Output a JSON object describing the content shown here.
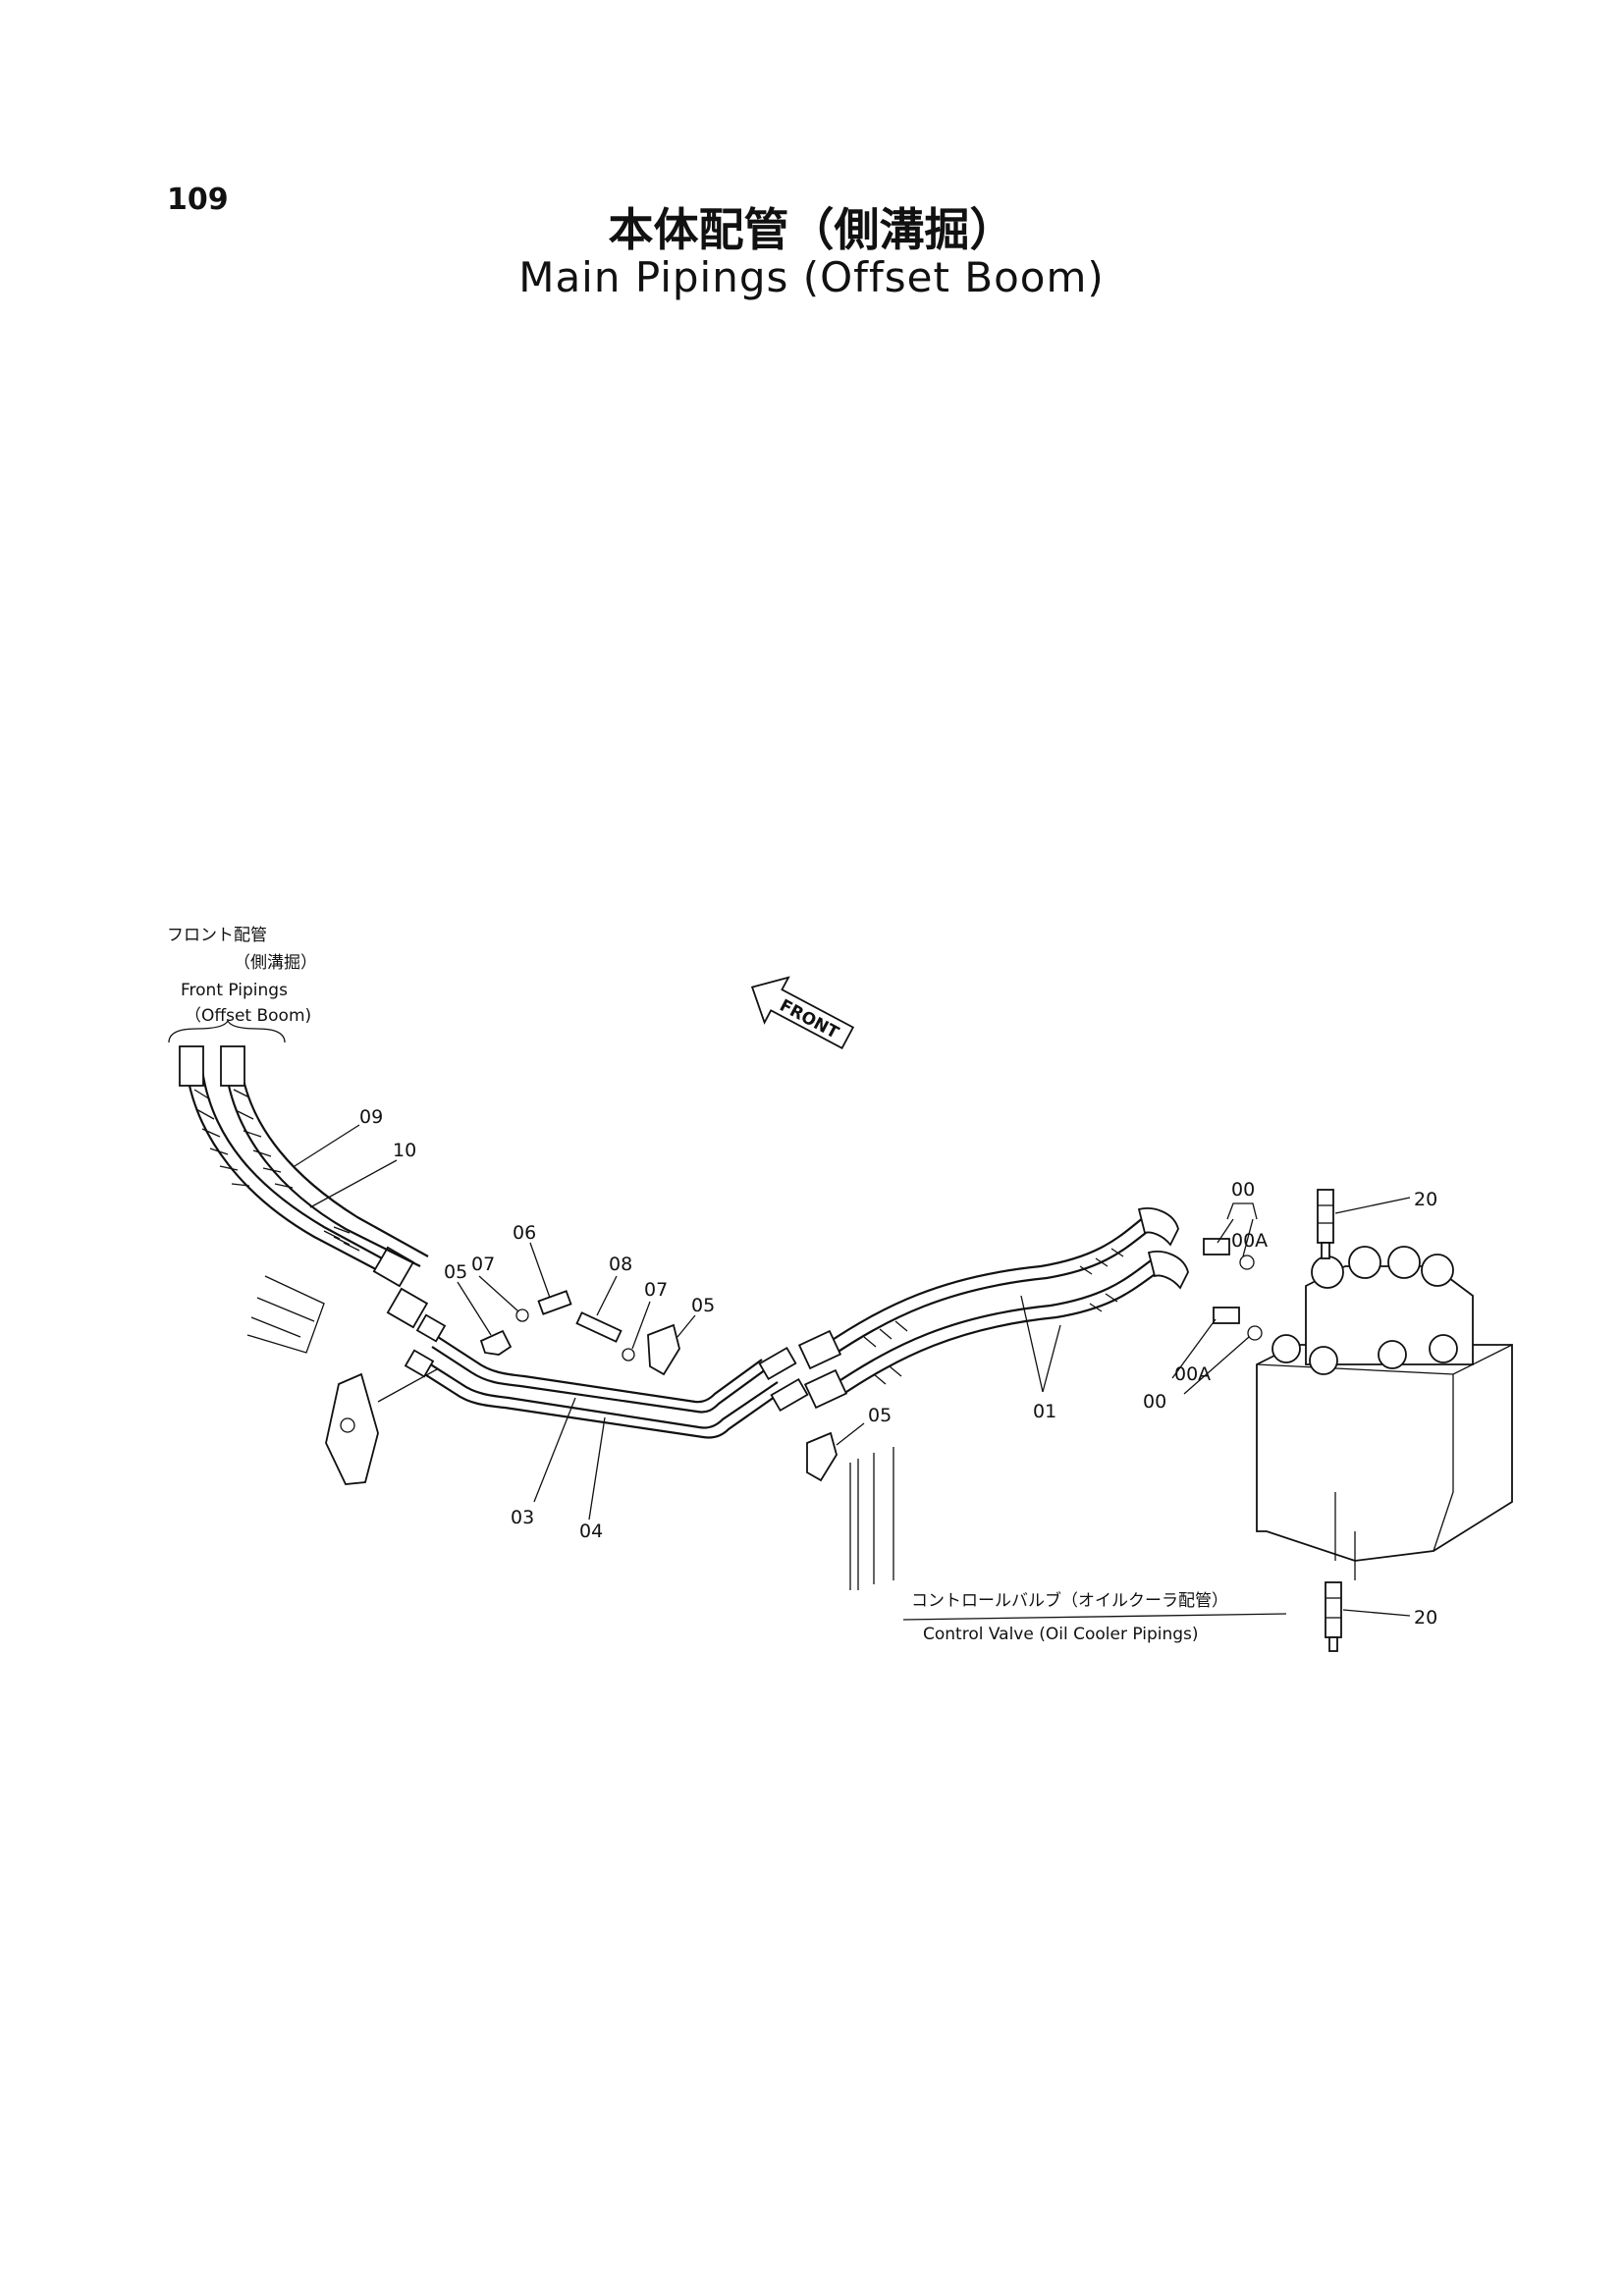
{
  "page_number": "109",
  "title_jp": "本体配管（側溝掘）",
  "title_en": "Main Pipings (Offset Boom)",
  "front_label": "FRONT",
  "front_pipings": {
    "jp": "フロント配管",
    "jp_sub": "（側溝掘）",
    "en": "Front Pipings",
    "en_sub": "（Offset Boom)"
  },
  "control_valve": {
    "jp": "コントロールバルブ（オイルクーラ配管）",
    "en": "Control Valve (Oil Cooler Pipings)"
  },
  "part_labels": {
    "p09": "09",
    "p10": "10",
    "p06": "06",
    "p07a": "07",
    "p05a": "05",
    "p08": "08",
    "p07b": "07",
    "p05b": "05",
    "p05c": "05",
    "p03": "03",
    "p04": "04",
    "p01": "01",
    "p00a": "00",
    "p00Aa": "00A",
    "p00Ab": "00A",
    "p00b": "00",
    "p20a": "20",
    "p20b": "20"
  }
}
